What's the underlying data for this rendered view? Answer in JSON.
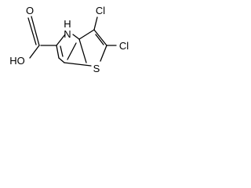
{
  "atoms": {
    "ring_nh_h": "H",
    "ring_nh_n": "N",
    "cl_top": "Cl",
    "cl_right": "Cl",
    "ring_s": "S",
    "acid_o": "O",
    "acid_oh": "HO"
  }
}
